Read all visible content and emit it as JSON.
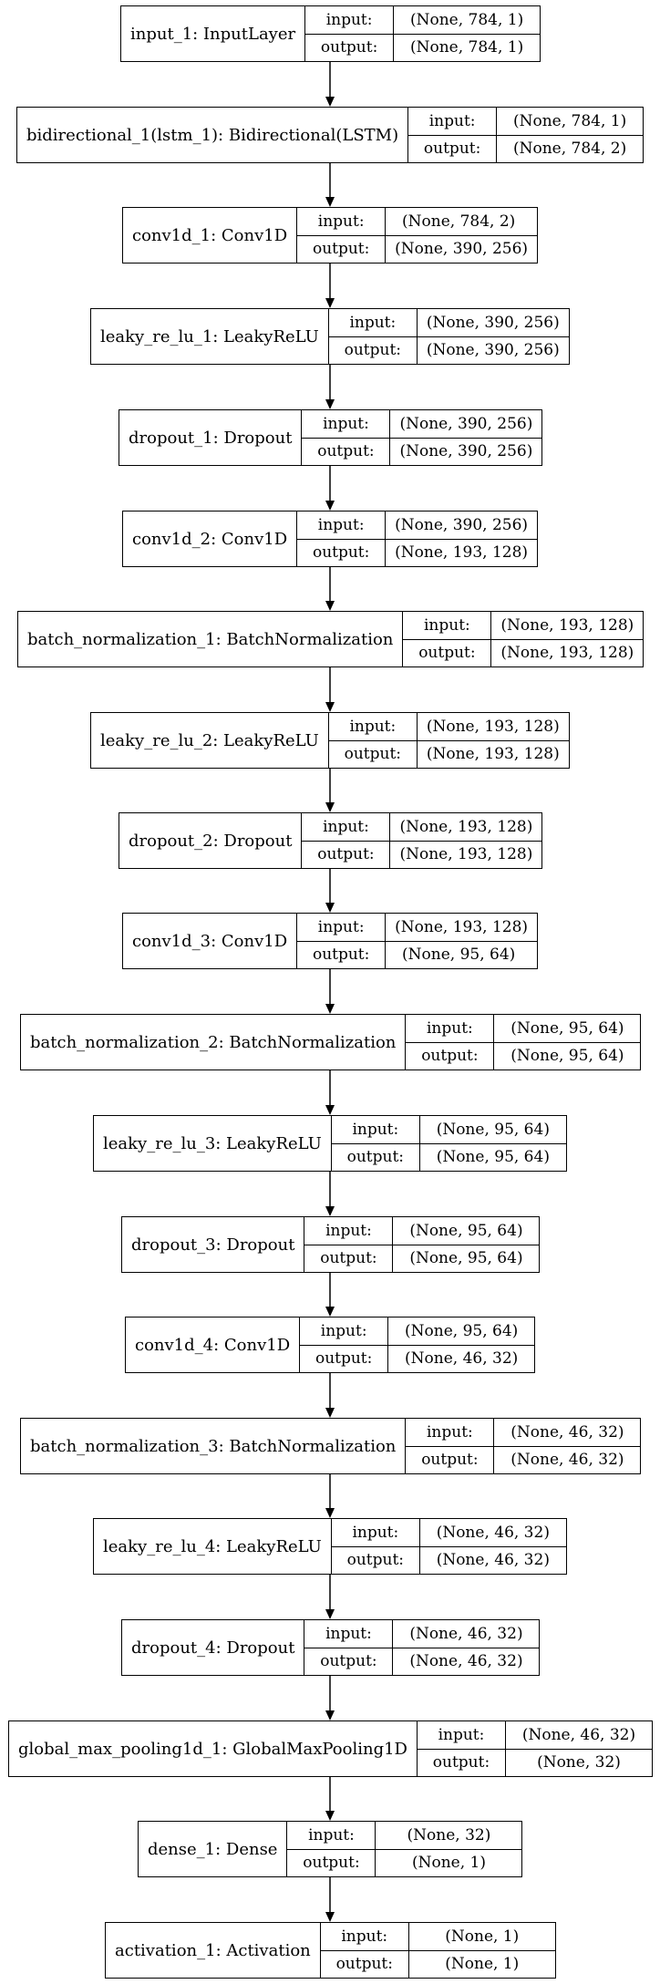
{
  "labels": {
    "input": "input:",
    "output": "output:"
  },
  "layers": [
    {
      "name": "input_1: InputLayer",
      "input": "(None, 784, 1)",
      "output": "(None, 784, 1)"
    },
    {
      "name": "bidirectional_1(lstm_1): Bidirectional(LSTM)",
      "input": "(None, 784, 1)",
      "output": "(None, 784, 2)"
    },
    {
      "name": "conv1d_1: Conv1D",
      "input": "(None, 784, 2)",
      "output": "(None, 390, 256)"
    },
    {
      "name": "leaky_re_lu_1: LeakyReLU",
      "input": "(None, 390, 256)",
      "output": "(None, 390, 256)"
    },
    {
      "name": "dropout_1: Dropout",
      "input": "(None, 390, 256)",
      "output": "(None, 390, 256)"
    },
    {
      "name": "conv1d_2: Conv1D",
      "input": "(None, 390, 256)",
      "output": "(None, 193, 128)"
    },
    {
      "name": "batch_normalization_1: BatchNormalization",
      "input": "(None, 193, 128)",
      "output": "(None, 193, 128)"
    },
    {
      "name": "leaky_re_lu_2: LeakyReLU",
      "input": "(None, 193, 128)",
      "output": "(None, 193, 128)"
    },
    {
      "name": "dropout_2: Dropout",
      "input": "(None, 193, 128)",
      "output": "(None, 193, 128)"
    },
    {
      "name": "conv1d_3: Conv1D",
      "input": "(None, 193, 128)",
      "output": "(None, 95, 64)"
    },
    {
      "name": "batch_normalization_2: BatchNormalization",
      "input": "(None, 95, 64)",
      "output": "(None, 95, 64)"
    },
    {
      "name": "leaky_re_lu_3: LeakyReLU",
      "input": "(None, 95, 64)",
      "output": "(None, 95, 64)"
    },
    {
      "name": "dropout_3: Dropout",
      "input": "(None, 95, 64)",
      "output": "(None, 95, 64)"
    },
    {
      "name": "conv1d_4: Conv1D",
      "input": "(None, 95, 64)",
      "output": "(None, 46, 32)"
    },
    {
      "name": "batch_normalization_3: BatchNormalization",
      "input": "(None, 46, 32)",
      "output": "(None, 46, 32)"
    },
    {
      "name": "leaky_re_lu_4: LeakyReLU",
      "input": "(None, 46, 32)",
      "output": "(None, 46, 32)"
    },
    {
      "name": "dropout_4: Dropout",
      "input": "(None, 46, 32)",
      "output": "(None, 46, 32)"
    },
    {
      "name": "global_max_pooling1d_1: GlobalMaxPooling1D",
      "input": "(None, 46, 32)",
      "output": "(None, 32)"
    },
    {
      "name": "dense_1: Dense",
      "input": "(None, 32)",
      "output": "(None, 1)"
    },
    {
      "name": "activation_1: Activation",
      "input": "(None, 1)",
      "output": "(None, 1)"
    }
  ]
}
